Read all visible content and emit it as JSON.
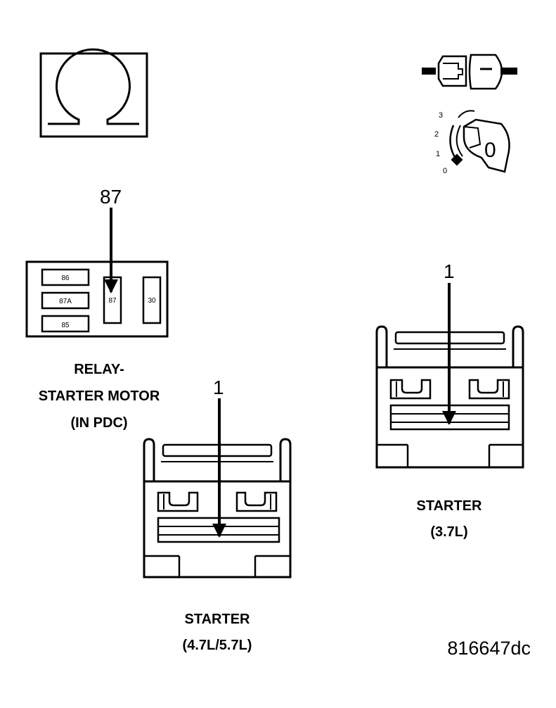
{
  "ohmmeter_symbol": "ohm-icon",
  "ignition_symbol": "ignition-switch-icon",
  "ignition": {
    "positions": [
      "3",
      "2",
      "1",
      "0"
    ],
    "key_value": "0"
  },
  "relay": {
    "pointer_label": "87",
    "terminals": [
      "86",
      "87A",
      "85",
      "87",
      "30"
    ],
    "caption": [
      "RELAY-",
      "STARTER MOTOR",
      "(IN PDC)"
    ]
  },
  "starter_4_7": {
    "pointer_label": "1",
    "caption": [
      "STARTER",
      "(4.7L/5.7L)"
    ]
  },
  "starter_3_7": {
    "pointer_label": "1",
    "caption": [
      "STARTER",
      "(3.7L)"
    ]
  },
  "figure_id": "816647dc"
}
